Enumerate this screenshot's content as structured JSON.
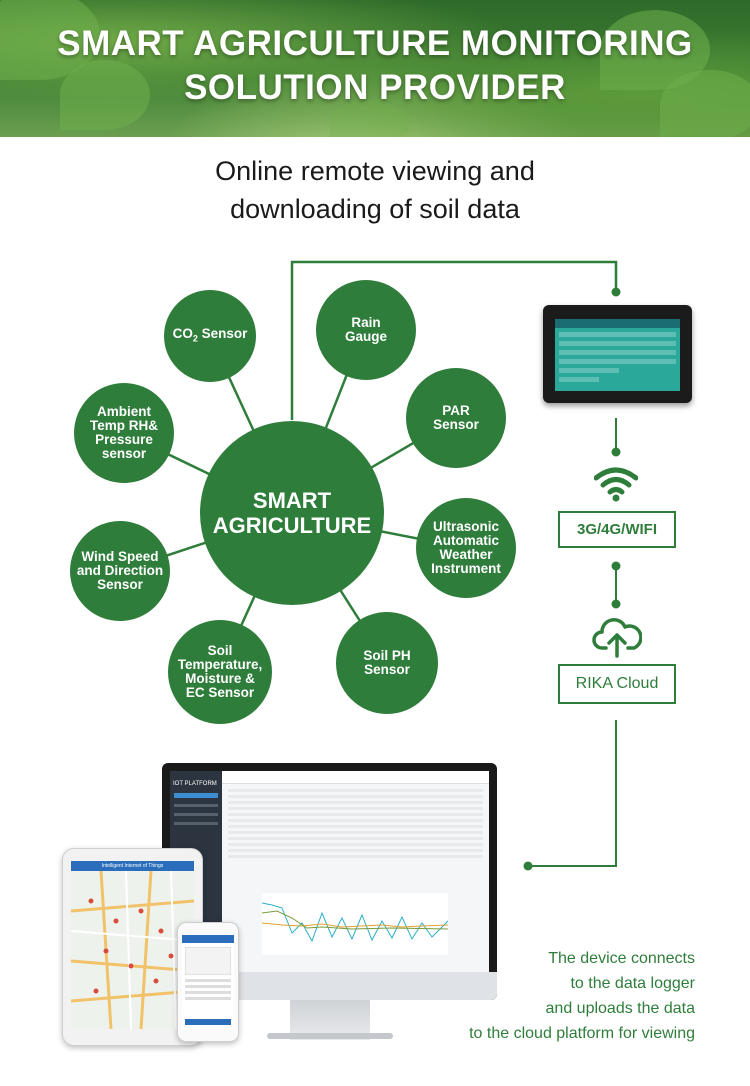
{
  "banner": {
    "title_line1": "SMART AGRICULTURE MONITORING",
    "title_line2": "SOLUTION PROVIDER"
  },
  "subtitle": {
    "line1": "Online remote viewing and",
    "line2": "downloading of soil data"
  },
  "hub": {
    "line1": "SMART",
    "line2": "AGRICULTURE"
  },
  "sensors": {
    "co2": {
      "prefix": "CO",
      "sub": "2",
      "suffix": " Sensor"
    },
    "rain": {
      "line1": "Rain",
      "line2": "Gauge"
    },
    "par": {
      "line1": "PAR",
      "line2": "Sensor"
    },
    "ambient": {
      "line1": "Ambient",
      "line2": "Temp RH&",
      "line3": "Pressure",
      "line4": "sensor"
    },
    "ultrasonic": {
      "line1": "Ultrasonic",
      "line2": "Automatic",
      "line3": "Weather",
      "line4": "Instrument"
    },
    "wind": {
      "line1": "Wind Speed",
      "line2": "and Direction",
      "line3": "Sensor"
    },
    "soil_temp": {
      "line1": "Soil",
      "line2": "Temperature,",
      "line3": "Moisture &",
      "line4": "EC Sensor"
    },
    "soil_ph": {
      "line1": "Soil PH",
      "line2": "Sensor"
    }
  },
  "flow": {
    "network_label": "3G/4G/WIFI",
    "cloud_label": "RIKA Cloud"
  },
  "connect_text": {
    "line1": "The device connects",
    "line2": "to the data logger",
    "line3": "and uploads the data",
    "line4": "to the cloud platform for viewing"
  },
  "platform": {
    "brand": "IOT PLATFORM",
    "ipad_header": "Intelligent Internet of Things"
  },
  "colors": {
    "primary_green": "#2f7d3b",
    "banner_green": "#3f7f33"
  },
  "icons": [
    "wifi-icon",
    "cloud-upload-icon"
  ]
}
